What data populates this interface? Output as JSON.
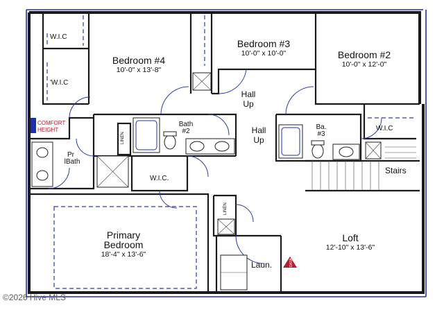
{
  "colors": {
    "wall": "#1a1a1a",
    "accent_blue": "#1f2fa8",
    "callout_red": "#c0182b",
    "background": "#ffffff"
  },
  "rooms": {
    "bedroom4": {
      "name": "Bedroom #4",
      "dims": "10'-0\" x 13'-8\""
    },
    "bedroom3": {
      "name": "Bedroom #3",
      "dims": "10'-0\" x 10'-0\""
    },
    "bedroom2": {
      "name": "Bedroom #2",
      "dims": "10'-0\" x 12'-0\""
    },
    "primary": {
      "name_line1": "Primary",
      "name_line2": "Bedroom",
      "dims": "18'-4\" x 13'-6\""
    },
    "loft": {
      "name": "Loft",
      "dims": "12'-10\" x 13'-6\""
    }
  },
  "labels": {
    "wic_top_left": "W.I.C",
    "wic_left": "'W.I.C",
    "wic_primary": "W.I.C.",
    "wic_right": "W.I.C",
    "hall_up_1": {
      "line1": "Hall",
      "line2": "Up"
    },
    "hall_up_2": {
      "line1": "Hall",
      "line2": "Up"
    },
    "bath2": {
      "line1": "Bath",
      "line2": "#2"
    },
    "bath3": {
      "line1": "Ba.",
      "line2": "#3"
    },
    "primary_bath": {
      "line1": "Pr",
      "line2": "lBath"
    },
    "linen_1": "LINEN",
    "linen_2": "LINEN",
    "stairs": "Stairs",
    "laundry": "Laun.",
    "comfort": {
      "line1": "COMFORT",
      "line2": "HEIGHT"
    },
    "data_tag": "DATA"
  },
  "footer": {
    "copyright": "©2026 Hive MLS"
  }
}
